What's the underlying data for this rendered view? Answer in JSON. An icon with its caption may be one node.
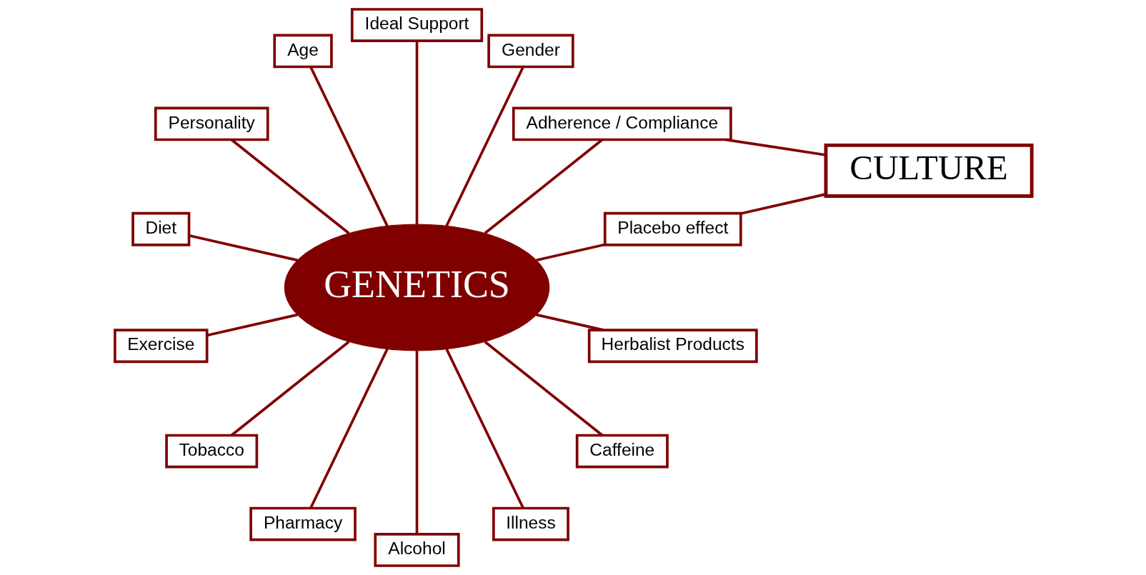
{
  "diagram": {
    "nodes": [
      {
        "text": [
          "CULTURE"
        ]
      },
      {
        "text": [
          "GENETICS"
        ]
      },
      {
        "text": [
          "Placebo effect"
        ]
      },
      {
        "text": [
          "Adherence / Compliance"
        ]
      },
      {
        "text": [
          "Gender"
        ]
      },
      {
        "text": [
          "Ideal Support"
        ]
      },
      {
        "text": [
          "Age"
        ]
      },
      {
        "text": [
          "Personality"
        ]
      },
      {
        "text": [
          "Diet"
        ]
      },
      {
        "text": [
          "Exercise"
        ]
      },
      {
        "text": [
          "Tobacco"
        ]
      },
      {
        "text": [
          "Pharmacy"
        ]
      },
      {
        "text": [
          "Alcohol"
        ]
      },
      {
        "text": [
          "Illness"
        ]
      },
      {
        "text": [
          "Caffeine"
        ]
      },
      {
        "text": [
          "Herbalist Products"
        ]
      }
    ],
    "edges": [
      {
        "from": 0,
        "to": 2,
        "arrow": "none"
      },
      {
        "from": 0,
        "to": 3,
        "arrow": "none"
      },
      {
        "from": 1,
        "to": 2,
        "arrow": "none"
      },
      {
        "from": 1,
        "to": 3,
        "arrow": "none"
      },
      {
        "from": 1,
        "to": 4,
        "arrow": "none"
      },
      {
        "from": 1,
        "to": 5,
        "arrow": "none"
      },
      {
        "from": 1,
        "to": 6,
        "arrow": "none"
      },
      {
        "from": 1,
        "to": 7,
        "arrow": "none"
      },
      {
        "from": 1,
        "to": 8,
        "arrow": "none"
      },
      {
        "from": 1,
        "to": 9,
        "arrow": "none"
      },
      {
        "from": 1,
        "to": 10,
        "arrow": "none"
      },
      {
        "from": 1,
        "to": 11,
        "arrow": "none"
      },
      {
        "from": 1,
        "to": 12,
        "arrow": "none"
      },
      {
        "from": 1,
        "to": 13,
        "arrow": "none"
      },
      {
        "from": 1,
        "to": 14,
        "arrow": "none"
      },
      {
        "from": 1,
        "to": 15,
        "arrow": "none"
      }
    ]
  }
}
